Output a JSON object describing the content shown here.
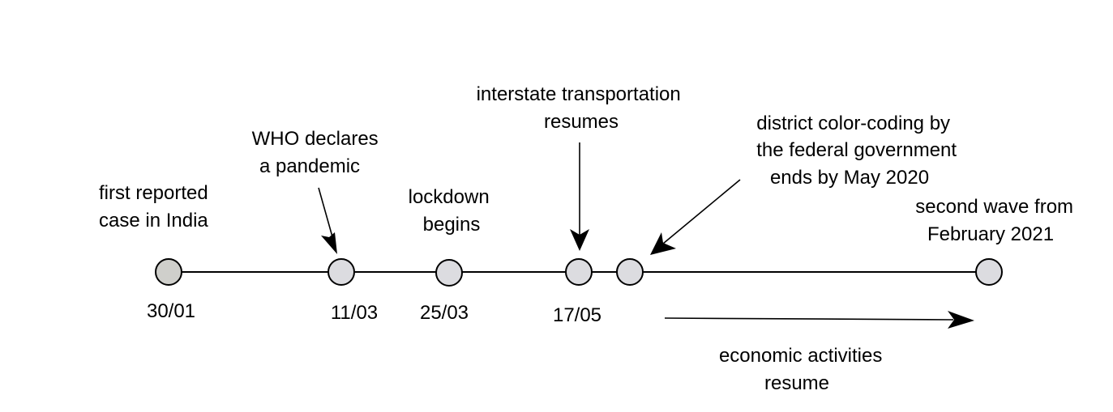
{
  "colors": {
    "line": "#000000",
    "node_fill_first": "#cfcfcb",
    "node_fill": "#dcdce0",
    "text": "#000000"
  },
  "events": [
    {
      "id": "first-case",
      "date": "30/01",
      "label_lines": [
        "first reported",
        "case in India"
      ]
    },
    {
      "id": "who-pandemic",
      "date": "11/03",
      "label_lines": [
        "WHO declares",
        "a pandemic"
      ]
    },
    {
      "id": "lockdown",
      "date": "25/03",
      "label_lines": [
        "lockdown",
        "begins"
      ]
    },
    {
      "id": "interstate-transport",
      "date": "17/05",
      "label_lines": [
        "interstate transportation",
        "resumes"
      ]
    },
    {
      "id": "color-coding-ends",
      "date": "",
      "label_lines": [
        "district color-coding by",
        "the federal government",
        "ends by May 2020"
      ]
    },
    {
      "id": "second-wave",
      "date": "",
      "label_lines": [
        "second wave from",
        "February 2021"
      ]
    }
  ],
  "span_annotation": {
    "id": "economic-activities",
    "label_lines": [
      "economic activities",
      "resume"
    ]
  }
}
